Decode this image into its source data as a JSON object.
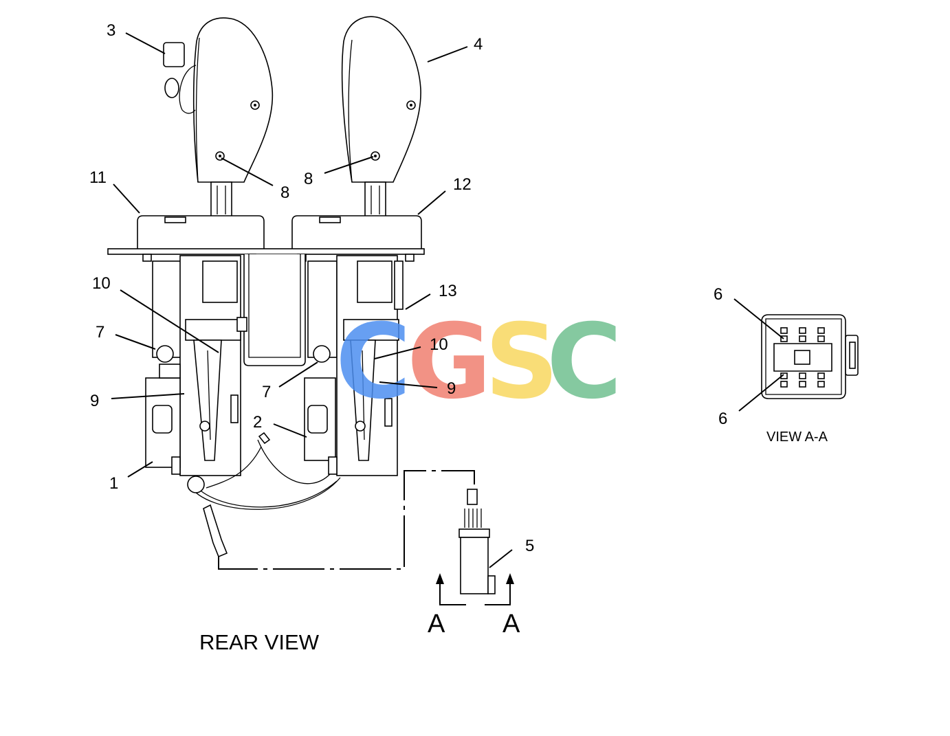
{
  "diagram": {
    "callouts": {
      "c1": "1",
      "c2": "2",
      "c3": "3",
      "c4": "4",
      "c5": "5",
      "c6_top": "6",
      "c6_bottom": "6",
      "c7_left": "7",
      "c7_right": "7",
      "c8_left": "8",
      "c8_right": "8",
      "c9_left": "9",
      "c9_right": "9",
      "c10_left": "10",
      "c10_right": "10",
      "c11": "11",
      "c12": "12",
      "c13": "13"
    },
    "section_marker_left": "A",
    "section_marker_right": "A",
    "caption_rear": "REAR VIEW",
    "caption_section": "VIEW A-A"
  },
  "watermark": {
    "letters": [
      "C",
      "G",
      "S",
      "C"
    ],
    "colors": [
      "#4d8ff0",
      "#f08070",
      "#f8d860",
      "#70c090"
    ]
  }
}
